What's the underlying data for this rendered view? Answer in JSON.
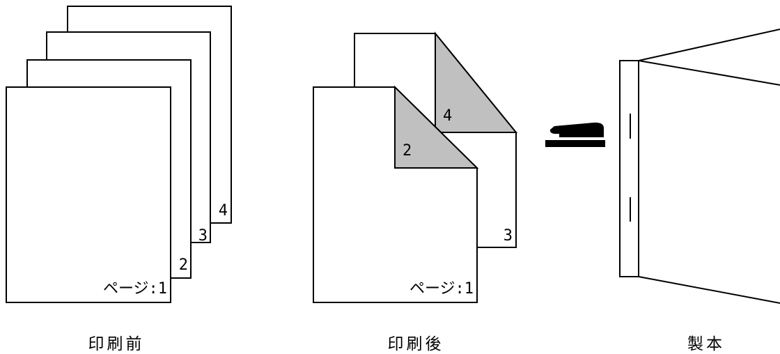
{
  "before": {
    "caption": "印刷前",
    "page_labels": [
      "ページ:1",
      "2",
      "3",
      "4"
    ]
  },
  "after": {
    "caption": "印刷後",
    "front_label": "ページ:1",
    "front_fold_label": "2",
    "back_label": "3",
    "back_fold_label": "4"
  },
  "binding": {
    "caption": "製本",
    "tool": "stapler-icon"
  },
  "colors": {
    "fold_fill": "#c0c0c0",
    "line": "#000000"
  }
}
